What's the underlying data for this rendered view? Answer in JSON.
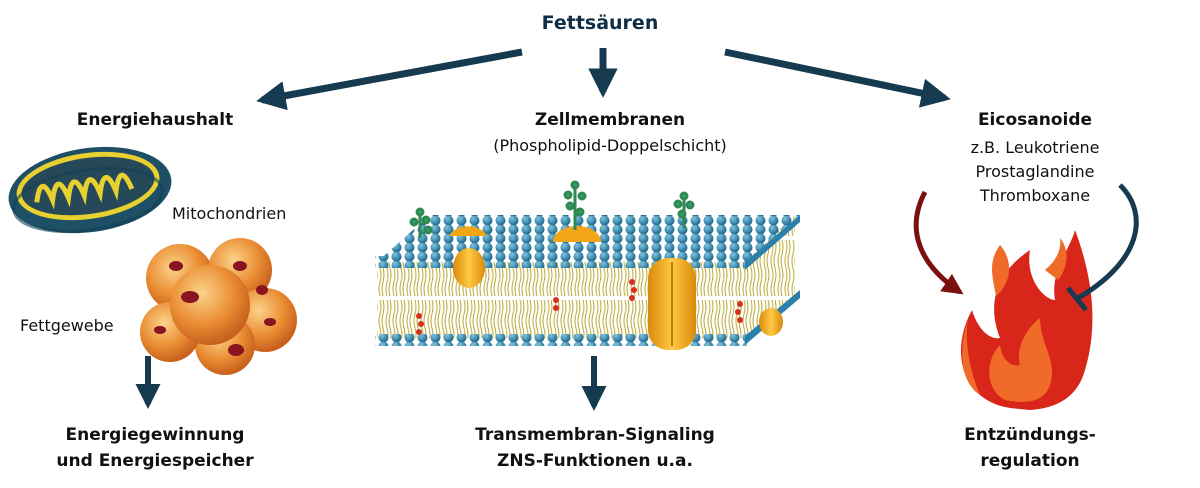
{
  "root": {
    "label": "Fettsäuren"
  },
  "left": {
    "title": "Energiehaushalt",
    "mito_label": "Mitochondrien",
    "fat_label": "Fettgewebe",
    "result_line1": "Energiegewinnung",
    "result_line2": "und Energiespeicher"
  },
  "center": {
    "title": "Zellmembranen",
    "subtitle": "(Phospholipid-Doppelschicht)",
    "result_line1": "Transmembran-Signaling",
    "result_line2": "ZNS-Funktionen u.a."
  },
  "right": {
    "title": "Eicosanoide",
    "line1": "z.B. Leukotriene",
    "line2": "Prostaglandine",
    "line3": "Thromboxane",
    "result_line1": "Entzündungs-",
    "result_line2": "regulation"
  },
  "colors": {
    "arrow": "#163a50",
    "title": "#0f2d44",
    "membrane_head": "#2b7fa8",
    "membrane_tail": "#c9b84a",
    "protein": "#f2a516",
    "fat_cell": "#e7872e",
    "mito_outer": "#1d4f66",
    "flame_outer": "#d8261a",
    "flame_inner": "#f06b2a",
    "promote_arrow": "#7a1010",
    "inhibit_arrow": "#163a50"
  }
}
